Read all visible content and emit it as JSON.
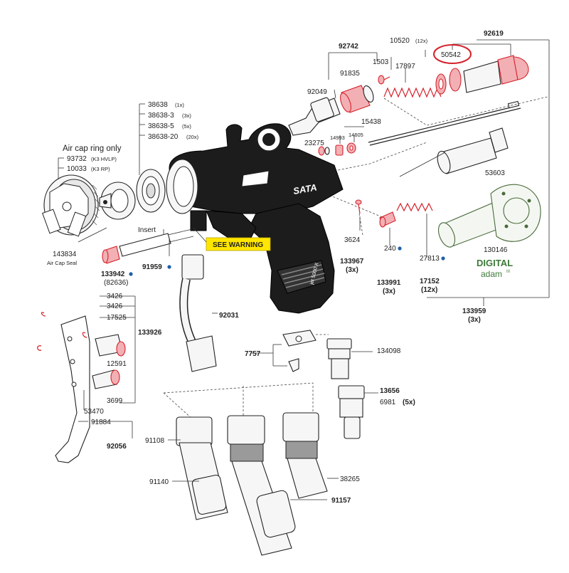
{
  "labels": {
    "n92742": "92742",
    "n10520": "10520",
    "n10520q": "(12x)",
    "n92619": "92619",
    "n1503": "1503",
    "n91835": "91835",
    "n17897": "17897",
    "n50542": "50542",
    "n92049": "92049",
    "n38638": "38638",
    "n38638q": "(1x)",
    "n38638_3": "38638-3",
    "n38638_3q": "(3x)",
    "n38638_5": "38638-5",
    "n38638_5q": "(5x)",
    "n38638_20": "38638-20",
    "n38638_20q": "(20x)",
    "n15438": "15438",
    "n23275": "23275",
    "n14993": "14993",
    "n14605": "14605",
    "aircap_title": "Air cap ring only",
    "n93732": "93732",
    "n93732q": "(K3  HVLP)",
    "n10033": "10033",
    "n10033q": "(K3  RP)",
    "n53603": "53603",
    "insert": "Insert",
    "warning": "SEE WARNING",
    "n143834": "143834",
    "aircap_seal": "Air Cap Seal",
    "n133942": "133942",
    "n82636": "(82636)",
    "n91959": "91959",
    "n3624": "3624",
    "n133967": "133967",
    "n133967q": "(3x)",
    "n240": "240",
    "n133991": "133991",
    "n133991q": "(3x)",
    "n27813": "27813",
    "n17152": "17152",
    "n17152q": "(12x)",
    "n130146": "130146",
    "digital": "DIGITAL",
    "adam": "adam",
    "adam_sup": "III",
    "n133959": "133959",
    "n133959q": "(3x)",
    "n3426a": "3426",
    "n3426b": "3426",
    "n17525": "17525",
    "n133926": "133926",
    "n92031": "92031",
    "n7757": "7757",
    "n134098": "134098",
    "n12591": "12591",
    "n3699": "3699",
    "n53470": "53470",
    "n91884": "91884",
    "n92056": "92056",
    "n13656": "13656",
    "n6981": "6981",
    "n6981q": "(5x)",
    "n91108": "91108",
    "n91140": "91140",
    "n38265": "38265",
    "n91157": "91157",
    "gun_brand": "SATA",
    "gun_model": "jet 5000 X"
  },
  "colors": {
    "highlight": "#d6212b",
    "digital_green": "#3d7a3a",
    "warning_bg": "#ffe600",
    "dot_blue": "#1f5fa8"
  }
}
